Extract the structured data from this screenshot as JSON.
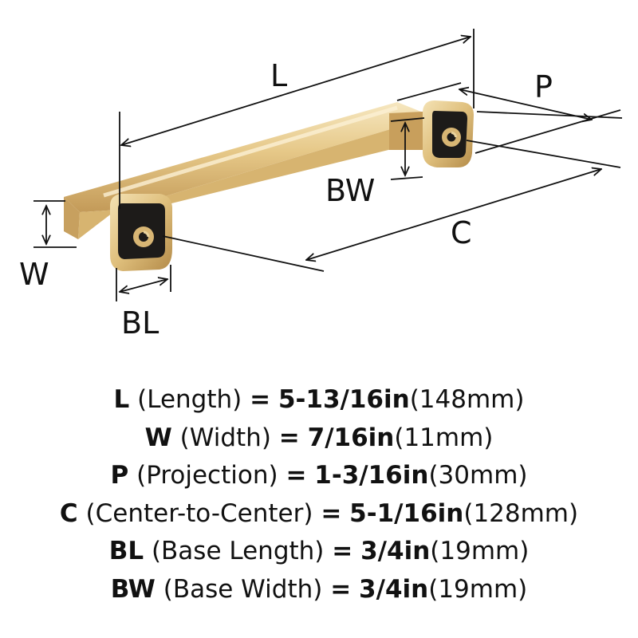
{
  "colors": {
    "brass_light": "#f3dfaf",
    "brass_mid": "#e2c27e",
    "brass_dark": "#b48a48",
    "insert": "#1d1b19",
    "line": "#111111"
  },
  "diagram": {
    "labels": {
      "L": "L",
      "P": "P",
      "BW": "BW",
      "C": "C",
      "W": "W",
      "BL": "BL"
    }
  },
  "specs": [
    {
      "code": "L",
      "name": "(Length)",
      "eq": "=",
      "imperial": "5-13/16in",
      "metric": "(148mm)"
    },
    {
      "code": "W",
      "name": "(Width)",
      "eq": "=",
      "imperial": "7/16in",
      "metric": "(11mm)"
    },
    {
      "code": "P",
      "name": "(Projection)",
      "eq": "=",
      "imperial": "1-3/16in",
      "metric": "(30mm)"
    },
    {
      "code": "C",
      "name": "(Center-to-Center)",
      "eq": "=",
      "imperial": "5-1/16in",
      "metric": "(128mm)"
    },
    {
      "code": "BL",
      "name": "(Base Length)",
      "eq": "=",
      "imperial": "3/4in",
      "metric": "(19mm)"
    },
    {
      "code": "BW",
      "name": "(Base Width)",
      "eq": "=",
      "imperial": "3/4in",
      "metric": "(19mm)"
    }
  ]
}
